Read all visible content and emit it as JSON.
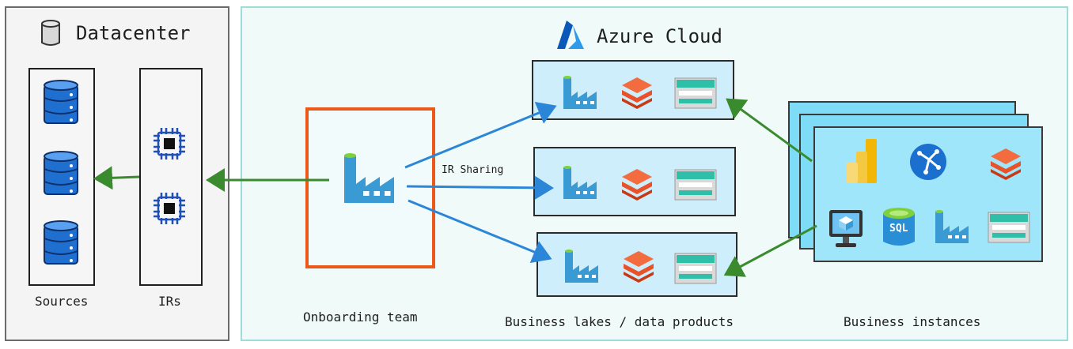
{
  "datacenter": {
    "title": "Datacenter",
    "sources_label": "Sources",
    "irs_label": "IRs"
  },
  "azure": {
    "title": "Azure Cloud",
    "onboarding_label": "Onboarding team",
    "lakes_label": "Business lakes / data products",
    "instances_label": "Business instances",
    "arrow_label": "IR Sharing",
    "sql_label": "SQL"
  },
  "colors": {
    "datacenter_border": "#6b6b6b",
    "azure_border": "#9fdcd8",
    "onboarding_border": "#e8591a",
    "blue_arrow": "#2b86d8",
    "green_arrow": "#3a8a2e",
    "db_blue": "#1f6fd1",
    "factory_blue": "#3a9ad4",
    "databricks_orange": "#e8512a",
    "storage_teal": "#2fbfa8"
  },
  "icons": {
    "datacenter": "database-cylinder-icon",
    "azure": "azure-logo-icon",
    "source": "database-icon",
    "ir": "cpu-chip-icon",
    "factory": "data-factory-icon",
    "databricks": "databricks-icon",
    "storage": "storage-table-icon",
    "powerbi": "power-bi-icon",
    "hdinsight": "hdinsight-icon",
    "vm": "virtual-machine-icon",
    "sql": "sql-database-icon"
  }
}
